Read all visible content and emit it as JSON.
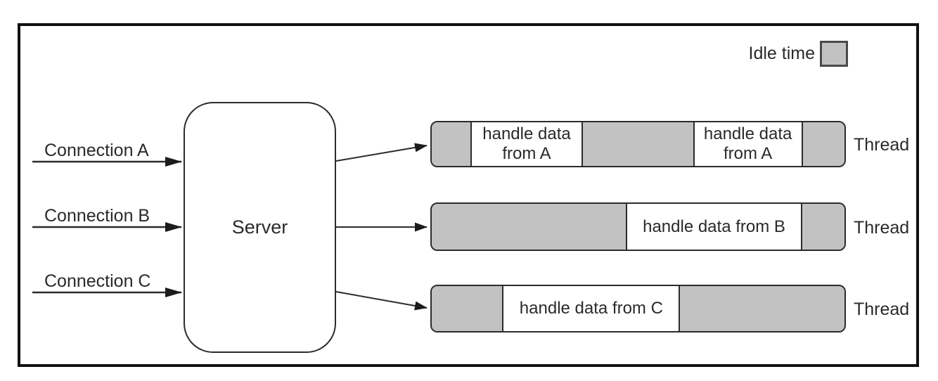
{
  "figure": {
    "legend": {
      "label": "Idle time"
    },
    "connections": [
      {
        "label": "Connection A"
      },
      {
        "label": "Connection B"
      },
      {
        "label": "Connection C"
      }
    ],
    "server": {
      "label": "Server"
    },
    "threads": [
      {
        "label": "Thread",
        "segments": [
          {
            "type": "idle",
            "text": ""
          },
          {
            "type": "busy",
            "text": "handle data\nfrom A"
          },
          {
            "type": "idle",
            "text": ""
          },
          {
            "type": "busy",
            "text": "handle data\nfrom A"
          },
          {
            "type": "idle",
            "text": ""
          }
        ]
      },
      {
        "label": "Thread",
        "segments": [
          {
            "type": "idle",
            "text": ""
          },
          {
            "type": "busy",
            "text": "handle data from B"
          },
          {
            "type": "idle",
            "text": ""
          }
        ]
      },
      {
        "label": "Thread",
        "segments": [
          {
            "type": "idle",
            "text": ""
          },
          {
            "type": "busy",
            "text": "handle data from C"
          },
          {
            "type": "idle",
            "text": ""
          }
        ]
      }
    ],
    "colors": {
      "idle_fill": "#c2c2c2",
      "busy_fill": "#ffffff",
      "outline": "#2b2b2b",
      "frame": "#111111",
      "text": "#2a2a2a"
    }
  }
}
